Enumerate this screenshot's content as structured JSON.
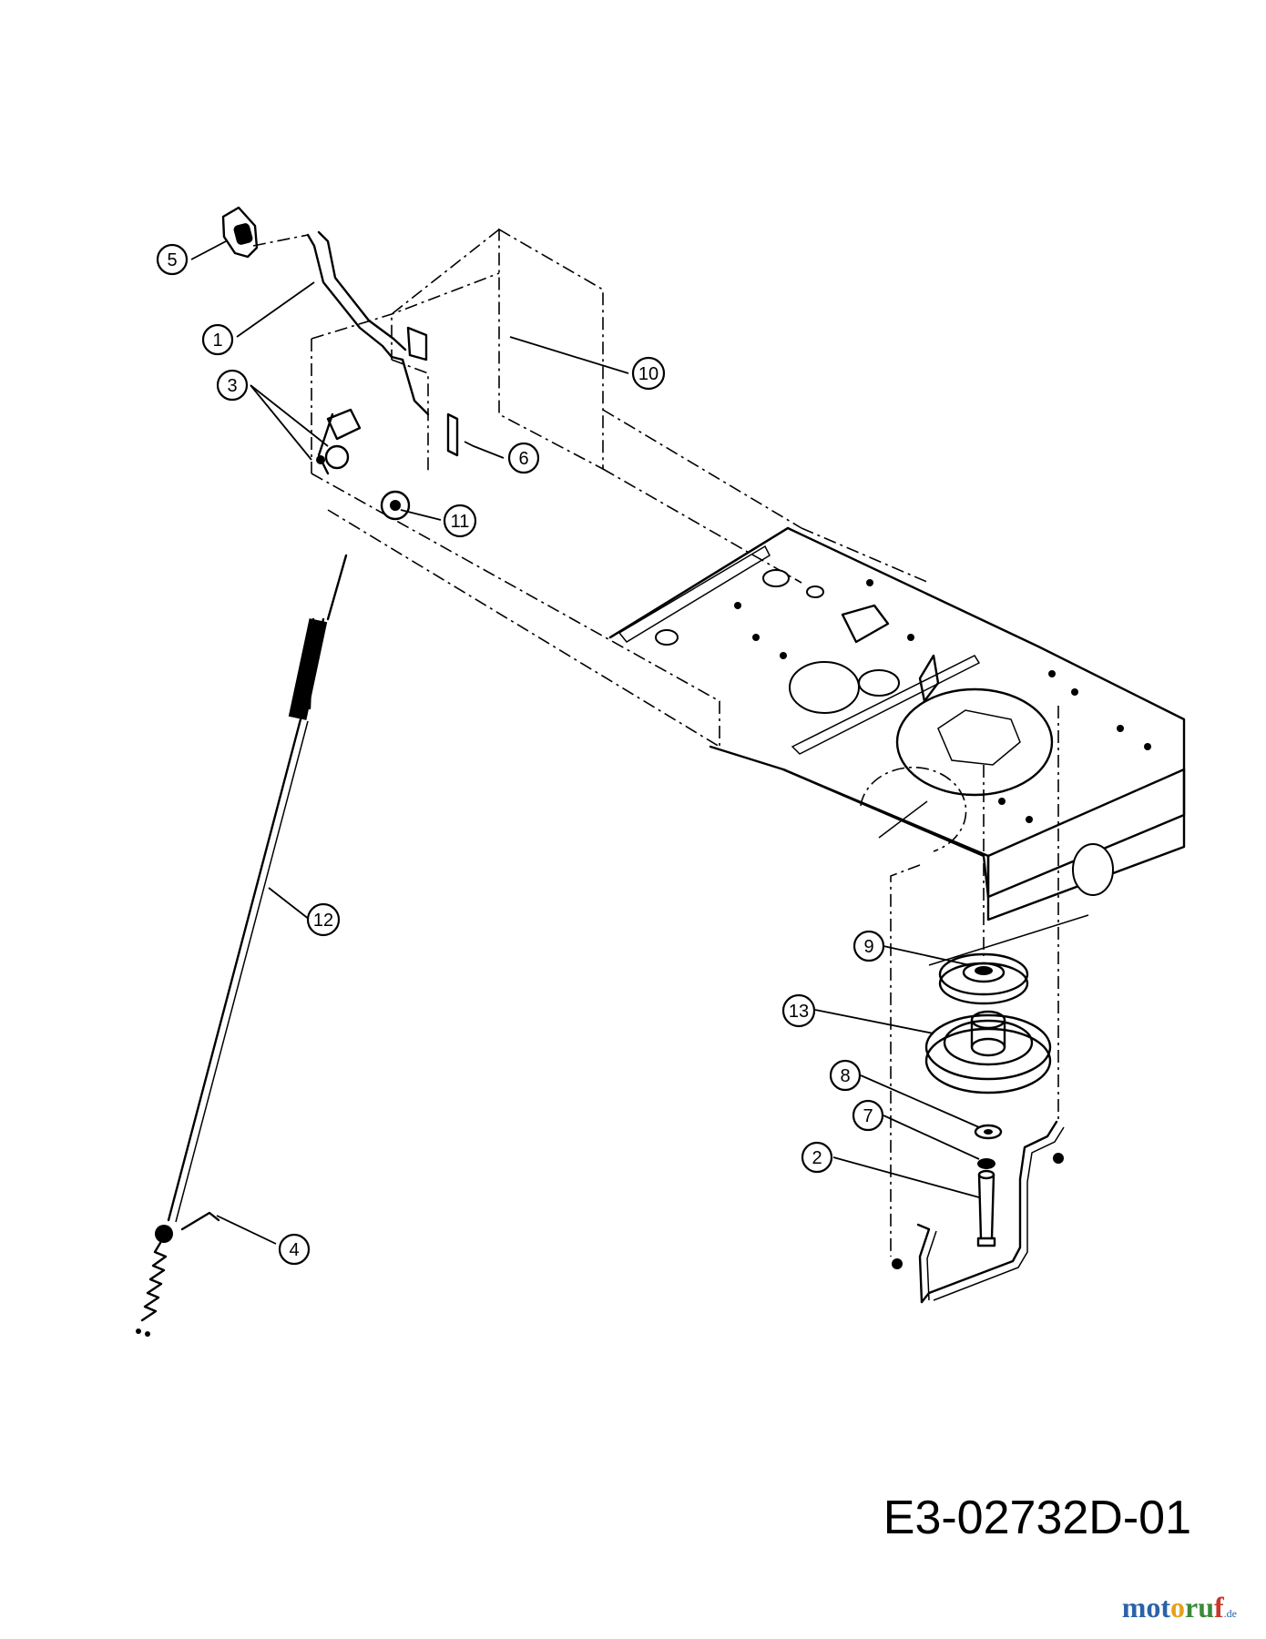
{
  "drawing_code": "E3-02732D-01",
  "brand": {
    "text_a": "mot",
    "text_b": "o",
    "text_c": "ru",
    "text_d": "f",
    "tld": ".de"
  },
  "callouts": {
    "c1": "1",
    "c2": "2",
    "c3": "3",
    "c4": "4",
    "c5": "5",
    "c6": "6",
    "c7": "7",
    "c8": "8",
    "c9": "9",
    "c10": "10",
    "c11": "11",
    "c12": "12",
    "c13": "13"
  }
}
